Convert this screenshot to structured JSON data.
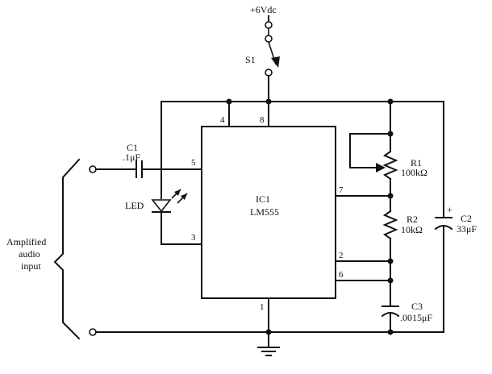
{
  "supply": "+6Vdc",
  "switch": "S1",
  "ic": {
    "ref": "IC1",
    "part": "LM555",
    "pins": {
      "p4": "4",
      "p8": "8",
      "p5": "5",
      "p3": "3",
      "p7": "7",
      "p2": "2",
      "p6": "6",
      "p1": "1"
    }
  },
  "c1": {
    "ref": "C1",
    "value": ".1μF"
  },
  "led": "LED",
  "r1": {
    "ref": "R1",
    "value": "100kΩ"
  },
  "r2": {
    "ref": "R2",
    "value": "10kΩ"
  },
  "c2": {
    "ref": "C2",
    "value": "33μF",
    "polarity": "+"
  },
  "c3": {
    "ref": "C3",
    "value": ".0015μF"
  },
  "input_label": [
    "Amplified",
    "audio",
    "input"
  ]
}
